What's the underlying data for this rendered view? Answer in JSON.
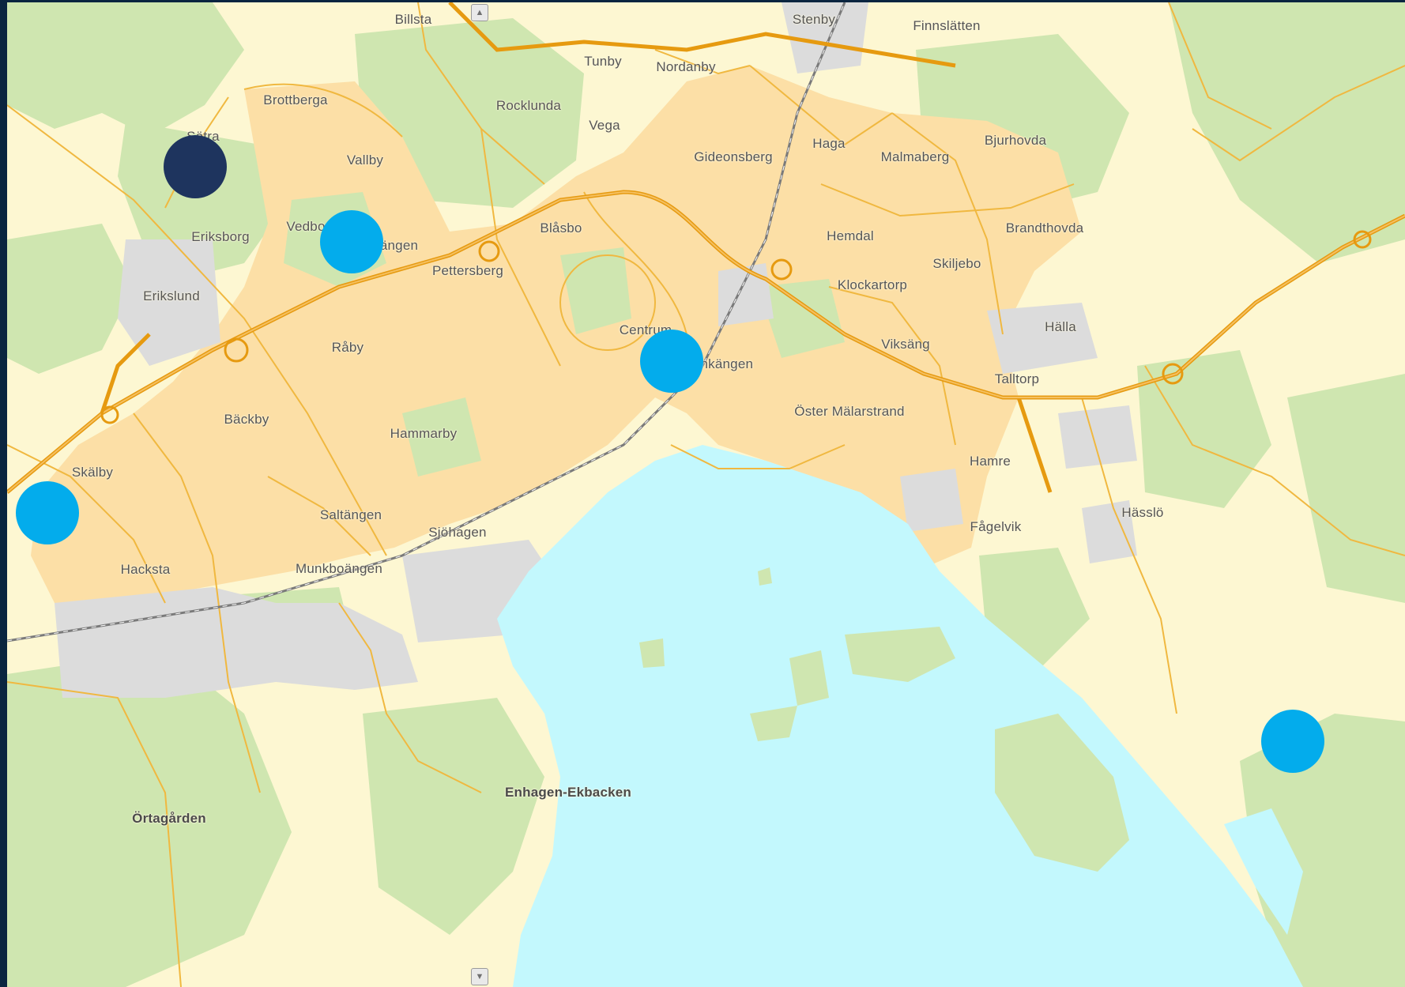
{
  "colors": {
    "frame": "#0a2540",
    "land": "#fdf7d2",
    "forest": "#cfe6b0",
    "urban": "#fcdfa6",
    "industrial": "#dcdcdc",
    "water": "#c3f8fd",
    "major_road": "#e69a10",
    "minor_road": "#f0b840",
    "railway": "#7a7a7a",
    "marker_active": "#03acec",
    "marker_selected": "#1e345e"
  },
  "places": [
    {
      "id": "billsta",
      "label": "Billsta"
    },
    {
      "id": "stenby",
      "label": "Stenby"
    },
    {
      "id": "finnslatten",
      "label": "Finnslätten"
    },
    {
      "id": "tunby",
      "label": "Tunby"
    },
    {
      "id": "nordanby",
      "label": "Nordanby"
    },
    {
      "id": "brottberga",
      "label": "Brottberga"
    },
    {
      "id": "rocklunda",
      "label": "Rocklunda"
    },
    {
      "id": "vega",
      "label": "Vega"
    },
    {
      "id": "satra",
      "label": "Sätra"
    },
    {
      "id": "vallby",
      "label": "Vallby"
    },
    {
      "id": "gideonsberg",
      "label": "Gideonsberg"
    },
    {
      "id": "haga",
      "label": "Haga"
    },
    {
      "id": "malmaberg",
      "label": "Malmaberg"
    },
    {
      "id": "bjurhovda",
      "label": "Bjurhovda"
    },
    {
      "id": "eriksborg",
      "label": "Eriksborg"
    },
    {
      "id": "vedbo",
      "label": "Vedbo"
    },
    {
      "id": "angen",
      "label": "ängen"
    },
    {
      "id": "blasbo",
      "label": "Blåsbo"
    },
    {
      "id": "hemdal",
      "label": "Hemdal"
    },
    {
      "id": "brandthovda",
      "label": "Brandthovda"
    },
    {
      "id": "pettersberg",
      "label": "Pettersberg"
    },
    {
      "id": "skiljebo",
      "label": "Skiljebo"
    },
    {
      "id": "klockartorp",
      "label": "Klockartorp"
    },
    {
      "id": "erikslund",
      "label": "Erikslund"
    },
    {
      "id": "halla",
      "label": "Hälla"
    },
    {
      "id": "centrum",
      "label": "Centrum"
    },
    {
      "id": "raby",
      "label": "Råby"
    },
    {
      "id": "viksang",
      "label": "Viksäng"
    },
    {
      "id": "munkangen",
      "label": "unkängen"
    },
    {
      "id": "talltorp",
      "label": "Talltorp"
    },
    {
      "id": "ostermalarstrand",
      "label": "Öster Mälarstrand"
    },
    {
      "id": "backby",
      "label": "Bäckby"
    },
    {
      "id": "hammarby",
      "label": "Hammarby"
    },
    {
      "id": "hamre",
      "label": "Hamre"
    },
    {
      "id": "skalby",
      "label": "Skälby"
    },
    {
      "id": "hasslo",
      "label": "Hässlö"
    },
    {
      "id": "saltangen",
      "label": "Saltängen"
    },
    {
      "id": "sjohagen",
      "label": "Sjöhagen"
    },
    {
      "id": "fagelvik",
      "label": "Fågelvik"
    },
    {
      "id": "hacksta",
      "label": "Hacksta"
    },
    {
      "id": "munkboangen",
      "label": "Munkboängen"
    },
    {
      "id": "enhagen",
      "label": "Enhagen-Ekbacken"
    },
    {
      "id": "ortagarden",
      "label": "Örtagården"
    }
  ],
  "markers": [
    {
      "id": "satra",
      "state": "selected"
    },
    {
      "id": "vedbo",
      "state": "active"
    },
    {
      "id": "centrum",
      "state": "active"
    },
    {
      "id": "skalby",
      "state": "active"
    },
    {
      "id": "hasslo-east",
      "state": "active"
    }
  ],
  "controls": {
    "scroll_up_icon": "chevron-up-icon",
    "scroll_down_icon": "chevron-down-icon"
  }
}
